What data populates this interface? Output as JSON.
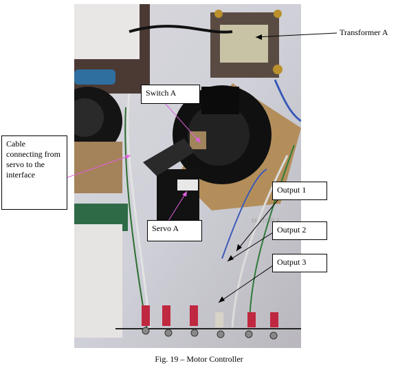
{
  "labels": {
    "transformer": "Transformer A",
    "switch": "Switch A",
    "cable": "Cable connecting from servo to the interface",
    "servo": "Servo A",
    "output1": "Output 1",
    "output2": "Output 2",
    "output3": "Output 3"
  },
  "caption": "Fig. 19 – Motor Controller",
  "photo_text": "MOTOR A"
}
